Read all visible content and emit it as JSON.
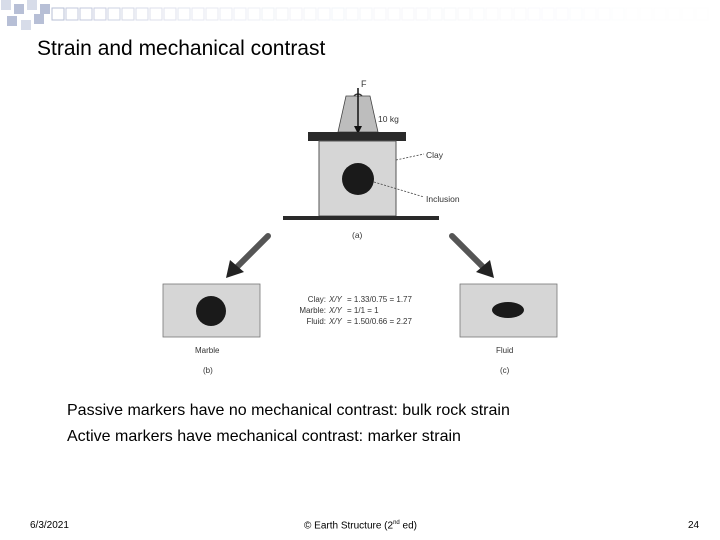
{
  "slide": {
    "title": "Strain and mechanical contrast",
    "bullets": [
      "Passive markers have no mechanical contrast: bulk rock strain",
      "Active markers have mechanical contrast: marker strain"
    ]
  },
  "figure": {
    "force_label": "F",
    "weight_label": "10 kg",
    "clay_label": "Clay",
    "inclusion_label": "Inclusion",
    "panel_a": "(a)",
    "panel_b": "(b)",
    "panel_c": "(c)",
    "marble_label": "Marble",
    "fluid_label": "Fluid",
    "ratios": [
      {
        "material": "Clay:",
        "expr": "X/Y",
        "value": "= 1.33/0.75 = 1.77"
      },
      {
        "material": "Marble:",
        "expr": "X/Y",
        "value": "= 1/1 = 1"
      },
      {
        "material": "Fluid:",
        "expr": "X/Y",
        "value": "= 1.50/0.66 = 2.27"
      }
    ]
  },
  "footer": {
    "date": "6/3/2021",
    "copyright_prefix": "© Earth Structure (2",
    "copyright_sup": "nd",
    "copyright_suffix": " ed)",
    "page_number": "24"
  },
  "colors": {
    "deco_square": "#b7bfd6",
    "deco_square_light": "#d7dce9",
    "gray_box": "#d6d6d6",
    "dark": "#1a1a1a"
  }
}
